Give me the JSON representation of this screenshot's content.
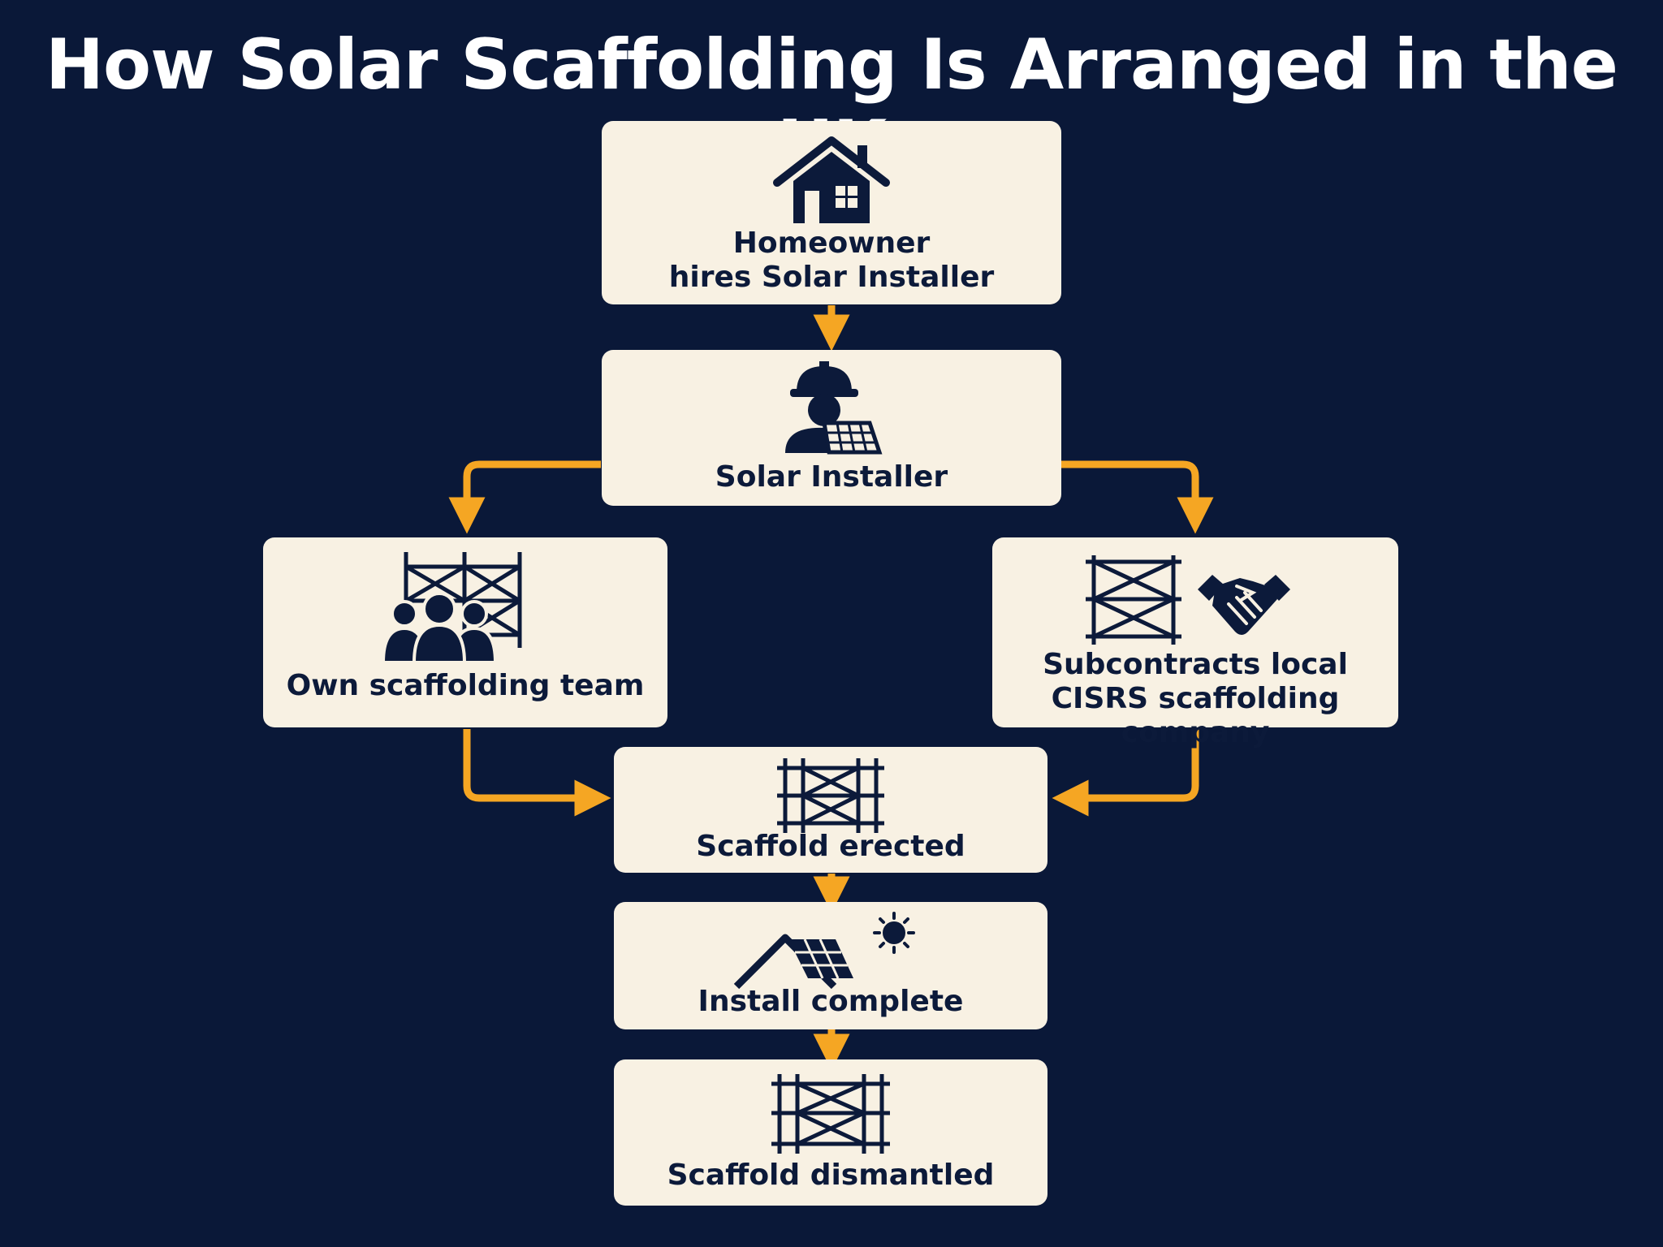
{
  "title": "How Solar Scaffolding Is Arranged in the UK",
  "colors": {
    "background": "#0a1838",
    "box": "#f8f1e3",
    "text": "#0c1a3a",
    "arrow": "#f5a623",
    "title": "#ffffff"
  },
  "nodes": {
    "homeowner": {
      "line1": "Homeowner",
      "line2": "hires Solar Installer",
      "icon": "house-icon"
    },
    "installer": {
      "label": "Solar Installer",
      "icon": "worker-with-solar-panel-icon"
    },
    "own_team": {
      "label": "Own scaffolding team",
      "icon": "team-scaffolding-icon"
    },
    "subcontract": {
      "line1": "Subcontracts local",
      "line2": "CISRS scaffolding company",
      "icon": "scaffold-handshake-icon"
    },
    "erected": {
      "label": "Scaffold erected",
      "icon": "scaffold-icon"
    },
    "install": {
      "label": "Install complete",
      "icon": "roof-solar-sun-icon"
    },
    "dismantled": {
      "label": "Scaffold dismantled",
      "icon": "scaffold-icon"
    }
  }
}
